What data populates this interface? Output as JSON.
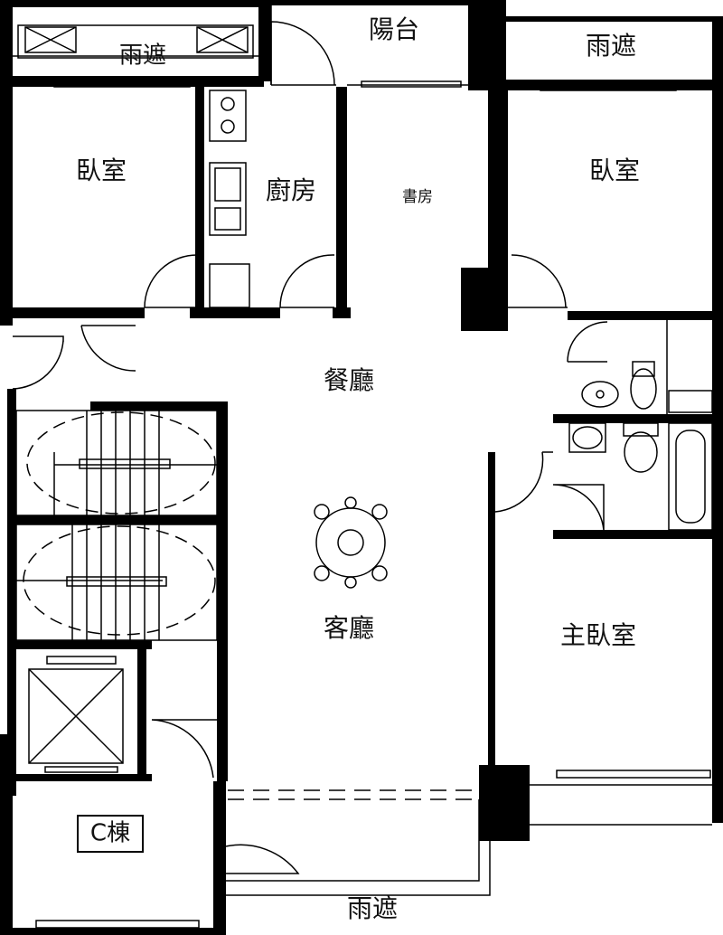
{
  "rooms": {
    "canopy_top_left": "雨遮",
    "balcony": "陽台",
    "canopy_top_right": "雨遮",
    "bedroom_left": "臥室",
    "kitchen": "廚房",
    "study": "書房",
    "bedroom_right": "臥室",
    "dining": "餐廳",
    "living": "客廳",
    "master_bedroom": "主臥室",
    "canopy_bottom": "雨遮"
  },
  "building_tag": "C棟"
}
